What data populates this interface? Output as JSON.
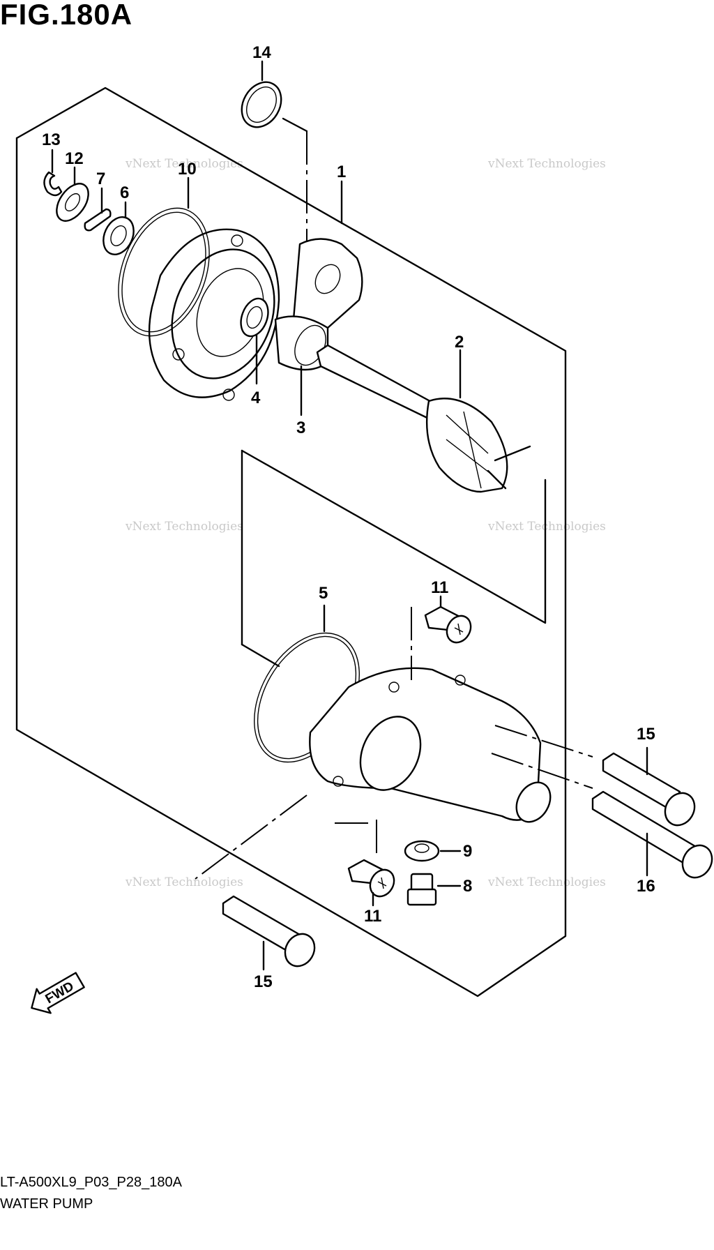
{
  "figure": {
    "title": "FIG.180A",
    "code": "LT-A500XL9_P03_P28_180A",
    "name": "WATER PUMP",
    "fwd_label": "FWD"
  },
  "callouts": {
    "c1": "1",
    "c2": "2",
    "c3": "3",
    "c4": "4",
    "c5": "5",
    "c6": "6",
    "c7": "7",
    "c8": "8",
    "c9": "9",
    "c10": "10",
    "c11a": "11",
    "c11b": "11",
    "c12": "12",
    "c13": "13",
    "c14": "14",
    "c15a": "15",
    "c15b": "15",
    "c16": "16"
  },
  "watermark": {
    "line1": "vNext Technologies",
    "line2": "vNext",
    "line3": "Technologies"
  }
}
